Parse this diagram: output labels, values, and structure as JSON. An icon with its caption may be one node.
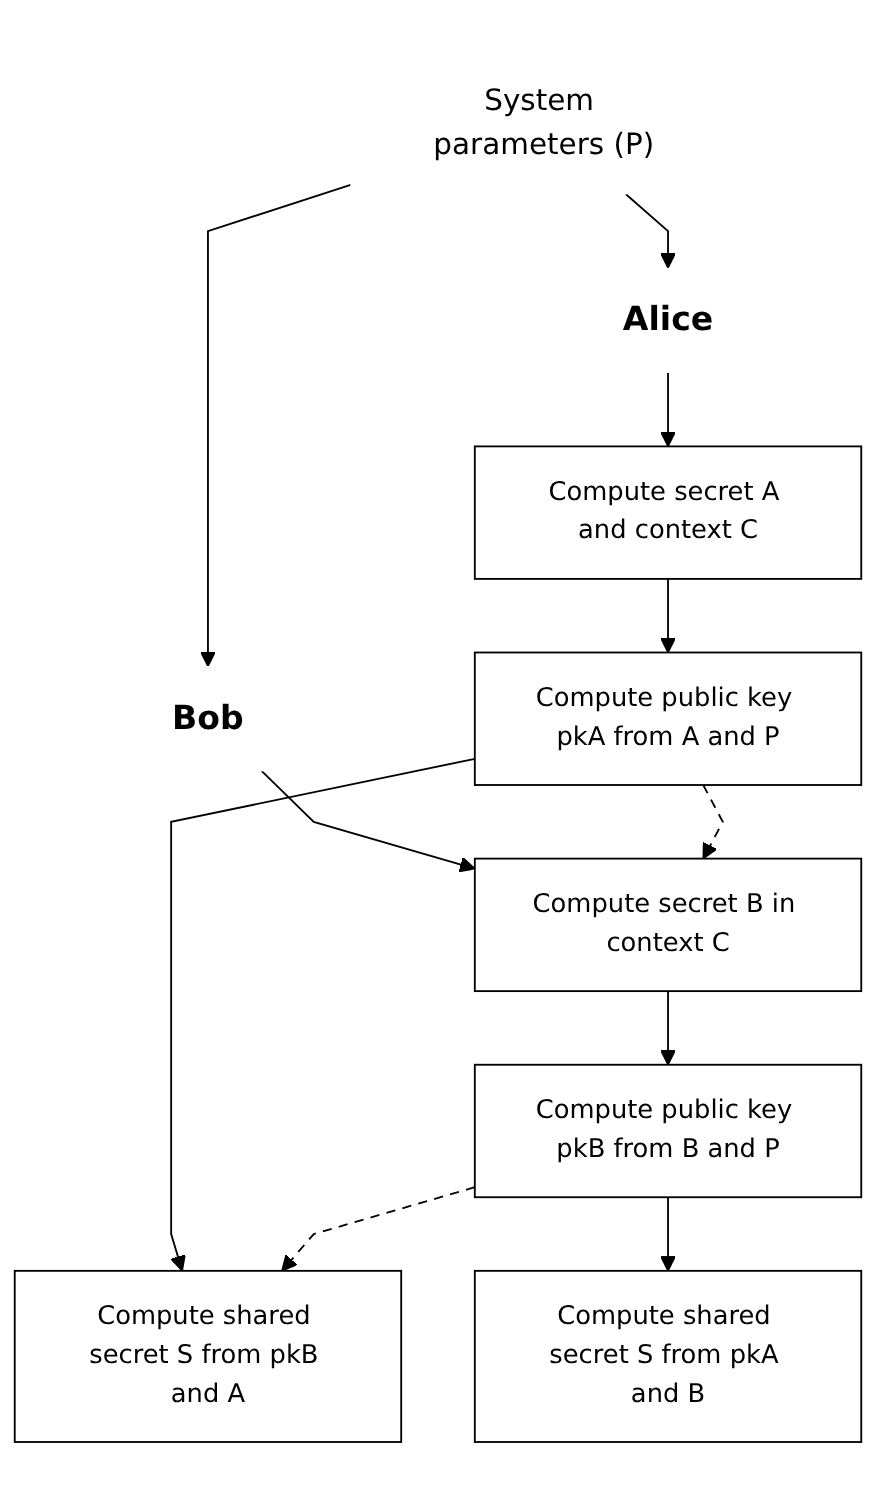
{
  "diagram": {
    "nodes": [
      {
        "text": [
          "System parameters (P)"
        ]
      },
      {
        "text": [
          "Alice"
        ]
      },
      {
        "text": [
          "Bob"
        ]
      },
      {
        "text": [
          "Compute secret A and context C"
        ]
      },
      {
        "text": [
          "Compute public key pkA from A and P"
        ]
      },
      {
        "text": [
          "Compute secret B in context C"
        ]
      },
      {
        "text": [
          "Compute public key pkB from B and P"
        ]
      },
      {
        "text": [
          "Compute shared secret S from pkB and A"
        ]
      },
      {
        "text": [
          "Compute shared secret S from pkA and B"
        ]
      }
    ],
    "edges": [
      {
        "from": 0,
        "to": 1,
        "arrow": "to"
      },
      {
        "from": 0,
        "to": 2,
        "arrow": "to"
      },
      {
        "from": 1,
        "to": 3,
        "arrow": "to"
      },
      {
        "from": 3,
        "to": 4,
        "arrow": "to"
      },
      {
        "from": 2,
        "to": 5,
        "arrow": "to"
      },
      {
        "from": 4,
        "to": 5,
        "arrow": "to",
        "style": "dashed"
      },
      {
        "from": 5,
        "to": 6,
        "arrow": "to"
      },
      {
        "from": 4,
        "to": 7,
        "arrow": "to"
      },
      {
        "from": 6,
        "to": 7,
        "arrow": "to",
        "style": "dashed"
      },
      {
        "from": 6,
        "to": 8,
        "arrow": "to"
      }
    ]
  }
}
